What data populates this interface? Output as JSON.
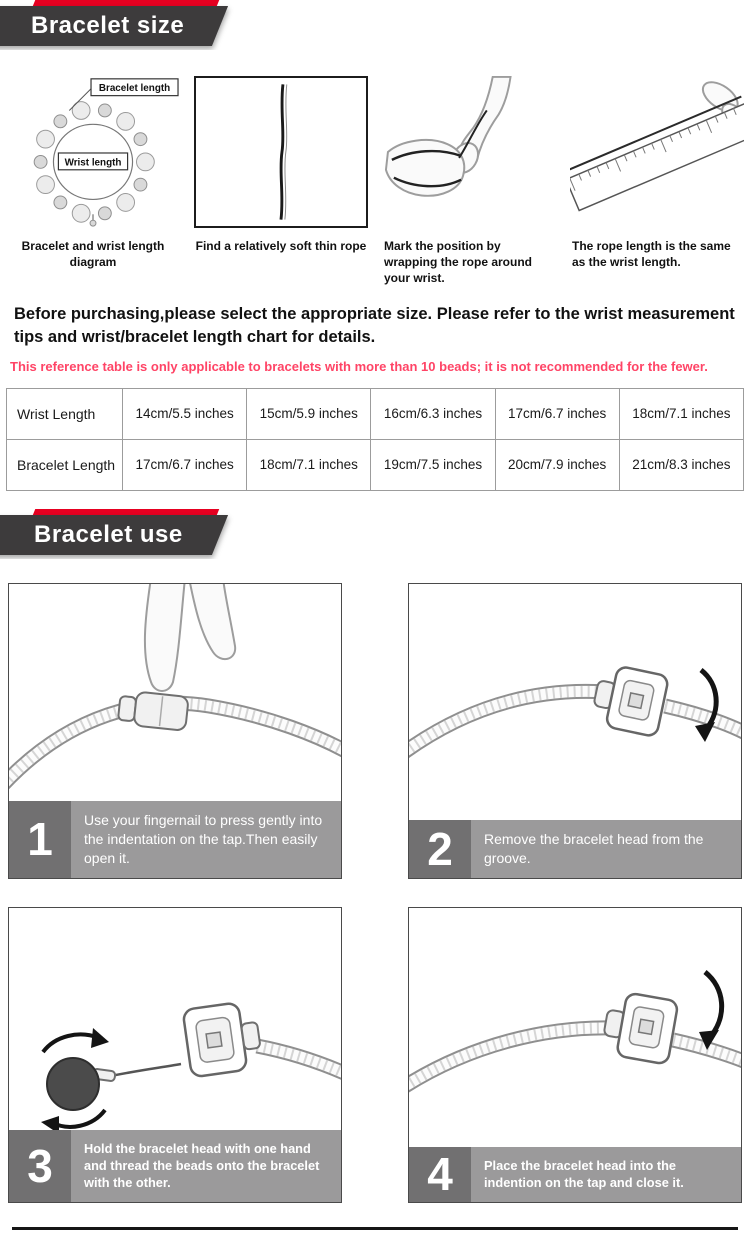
{
  "banners": {
    "size": "Bracelet size",
    "use": "Bracelet use"
  },
  "measure_steps": [
    {
      "caption": "Bracelet and wrist length diagram",
      "label_bracelet": "Bracelet length",
      "label_wrist": "Wrist length"
    },
    {
      "caption": "Find a relatively soft thin rope"
    },
    {
      "caption": "Mark the position by wrapping the rope around your wrist."
    },
    {
      "caption": "The rope length is the same as the wrist length."
    }
  ],
  "intro": {
    "bold_text": "Before purchasing,please select the appropriate size. Please refer to the wrist measurement tips and wrist/bracelet length chart for details.",
    "red_note": "This reference table is only applicable to bracelets with more than 10 beads; it is not recommended for the fewer."
  },
  "size_table": {
    "rows": [
      {
        "label": "Wrist Length",
        "cells": [
          "14cm/5.5 inches",
          "15cm/5.9 inches",
          "16cm/6.3 inches",
          "17cm/6.7 inches",
          "18cm/7.1 inches"
        ]
      },
      {
        "label": "Bracelet Length",
        "cells": [
          "17cm/6.7 inches",
          "18cm/7.1 inches",
          "19cm/7.5 inches",
          "20cm/7.9 inches",
          "21cm/8.3 inches"
        ]
      }
    ]
  },
  "use_steps": [
    {
      "number": "1",
      "text": "Use your fingernail to press gently into the indentation on the tap.Then easily open it."
    },
    {
      "number": "2",
      "text": "Remove the bracelet head from the groove."
    },
    {
      "number": "3",
      "text": "Hold the bracelet head with one hand and thread the beads onto the bracelet with the other."
    },
    {
      "number": "4",
      "text": "Place the bracelet head into the indention on the tap and close it."
    }
  ],
  "colors": {
    "banner_red": "#e60021",
    "banner_dark": "#3d3b3c",
    "red_note_text": "#ff4466",
    "step_number_bg": "#717071",
    "step_caption_bg": "#9b9a9b"
  }
}
